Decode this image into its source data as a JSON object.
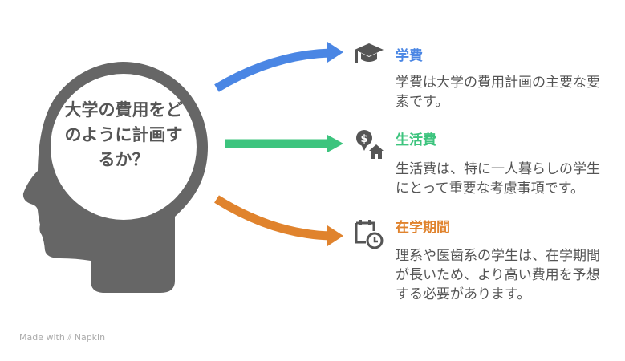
{
  "question": "大学の費用をどのように計画するか？",
  "items": [
    {
      "title": "学費",
      "body": "学費は大学の費用計画の主要な要素です。",
      "color": "#4a86e4",
      "icon": "graduation-cap-icon"
    },
    {
      "title": "生活費",
      "body": "生活費は、特に一人暮らしの学生にとって重要な考慮事項です。",
      "color": "#3dc47e",
      "icon": "money-house-icon"
    },
    {
      "title": "在学期間",
      "body": "理系や医歯系の学生は、在学期間が長いため、より高い費用を予想する必要があります。",
      "color": "#e0832d",
      "icon": "calendar-clock-icon"
    }
  ],
  "footer": {
    "made_with": "Made with",
    "brand": "Napkin"
  }
}
